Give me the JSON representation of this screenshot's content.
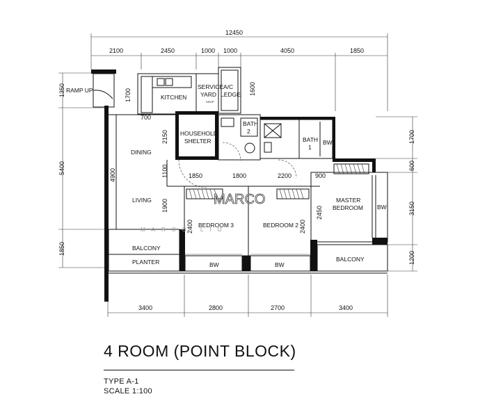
{
  "plan": {
    "dimensions_top": {
      "overall": "12450",
      "segments": [
        "2100",
        "2450",
        "1000",
        "1000",
        "4050",
        "1850"
      ]
    },
    "dimensions_bottom": [
      "3400",
      "2800",
      "2700",
      "3400"
    ],
    "dimensions_left": [
      "1350",
      "5400",
      "1850"
    ],
    "dimensions_right": [
      "1700",
      "600",
      "3150",
      "1200"
    ],
    "dimensions_internal": {
      "kitchen_depth": "1700",
      "kitchen_width": "700",
      "shelter_height": "2150",
      "dining_gap": "1100",
      "living_height": "1900",
      "living_depth": "4900",
      "ac_ledge_depth": "1600",
      "shelter_width": "1850",
      "bath2_width": "1800",
      "bath_corridor": "2200",
      "bath1_width": "900",
      "bedroom3_depth": "2400",
      "bedroom2_depth": "2400",
      "master_depth": "2450"
    },
    "rooms": {
      "ramp": "RAMP UP",
      "kitchen": "KITCHEN",
      "service_yard_1": "SERVICE",
      "service_yard_2": "YARD",
      "ac_ledge_1": "A/C",
      "ac_ledge_2": "LEDGE",
      "shelter_1": "HOUSEHOLD",
      "shelter_2": "SHELTER",
      "bath2_1": "BATH",
      "bath2_2": "2",
      "bath1_1": "BATH",
      "bath1_2": "1",
      "bw_bath": "BW",
      "dining": "DINING",
      "living": "LIVING",
      "bedroom3": "BEDROOM 3",
      "bedroom2": "BEDROOM 2",
      "master_1": "MASTER",
      "master_2": "BEDROOM",
      "bw_master": "BW",
      "balcony_left": "BALCONY",
      "planter": "PLANTER",
      "bw_bed3": "BW",
      "bw_bed2": "BW",
      "balcony_right": "BALCONY",
      "drop_label": "DROP"
    },
    "watermark": "MARCO",
    "watermark_sub": "MARCO LIU"
  },
  "title": "4 ROOM  (POINT BLOCK)",
  "type_label": "TYPE A-1",
  "scale_label": "SCALE 1:100"
}
